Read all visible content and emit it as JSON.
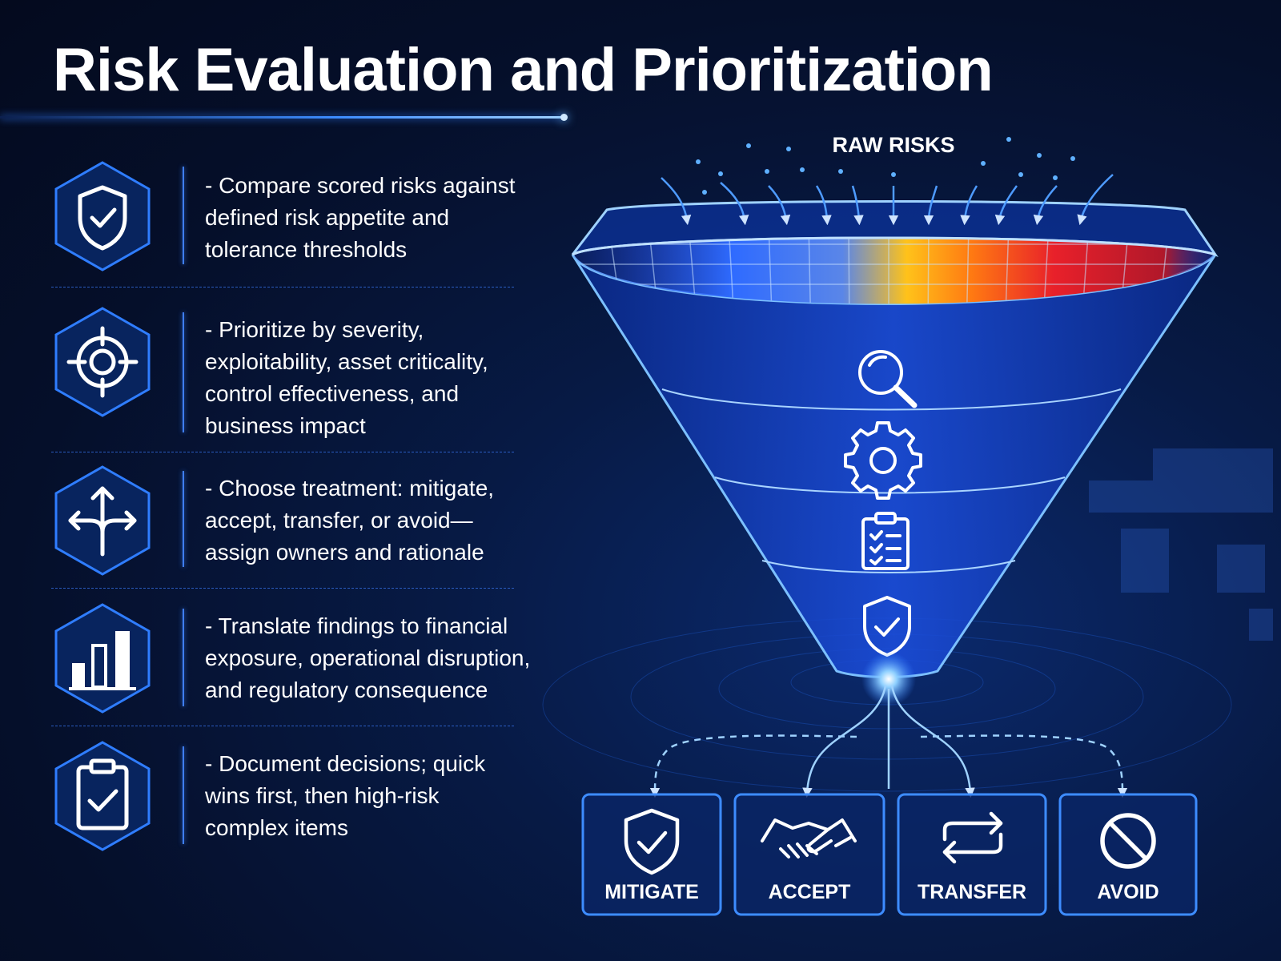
{
  "title": "Risk Evaluation and Prioritization",
  "steps": [
    {
      "icon": "shield-check-icon",
      "text": "- Compare scored risks against\ndefined risk appetite and\ntolerance thresholds"
    },
    {
      "icon": "target-crosshair-icon",
      "text": "- Prioritize by severity,\nexploitability, asset criticality,\ncontrol effectiveness, and\nbusiness impact"
    },
    {
      "icon": "branching-arrows-icon",
      "text": "- Choose treatment: mitigate,\naccept, transfer, or avoid—\nassign owners and rationale"
    },
    {
      "icon": "bar-chart-icon",
      "text": "- Translate findings to financial\nexposure, operational disruption,\nand regulatory consequence"
    },
    {
      "icon": "clipboard-check-icon",
      "text": "- Document decisions; quick\nwins first, then high-risk\ncomplex items"
    }
  ],
  "funnel": {
    "input_label": "RAW RISKS",
    "stage_icons": [
      "magnifier-icon",
      "gear-icon",
      "checklist-clipboard-icon",
      "shield-check-icon"
    ]
  },
  "outcomes": [
    {
      "label": "MITIGATE",
      "icon": "shield-check-icon"
    },
    {
      "label": "ACCEPT",
      "icon": "handshake-icon"
    },
    {
      "label": "TRANSFER",
      "icon": "swap-arrows-icon"
    },
    {
      "label": "AVOID",
      "icon": "prohibited-icon"
    }
  ],
  "colors": {
    "accent": "#3d8cff",
    "heat_low": "#2f6bff",
    "heat_mid": "#ffc21a",
    "heat_high": "#e8202a"
  }
}
